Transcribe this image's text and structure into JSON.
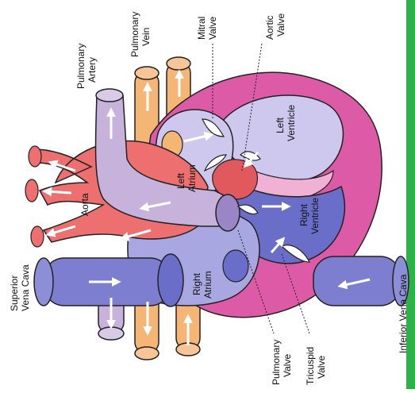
{
  "title": "",
  "labels": {
    "superior_vena_cava": [
      "Superior",
      "Vena Cava"
    ],
    "aorta": "Aorta",
    "pulmonary_artery": [
      "Pulmonary",
      "Artery"
    ],
    "pulmonary_vein": [
      "Pulmonary",
      "Vein"
    ],
    "mitral_valve": [
      "Mitral",
      "Valve"
    ],
    "aortic_valve": [
      "Aortic",
      "Valve"
    ],
    "left_atrium": [
      "Left",
      "Atrium"
    ],
    "left_ventricle": [
      "Left",
      "Ventricle"
    ],
    "right_atrium": [
      "Right",
      "Atrium"
    ],
    "right_ventricle": [
      "Right",
      "Ventricle"
    ],
    "inferior_vena_cava": "Inferior Vena Cava",
    "pulmonary_valve": [
      "Pulmonary",
      "Valve"
    ],
    "tricuspid_valve": [
      "Tricuspid",
      "Valve"
    ]
  },
  "colors": {
    "aorta": "#ee6f6f",
    "pulmonary_artery": "#c6b2da",
    "pulmonary_vein": "#f5b574",
    "vena_cava": "#7d7ecf",
    "heart_wall": "#dd5aa6",
    "heart_wall_light": "#f0b1d4",
    "left_chamber": "#cfc8ee",
    "right_chamber": "#6a6ec9",
    "outline": "#222222",
    "frame": "#2db24a"
  }
}
